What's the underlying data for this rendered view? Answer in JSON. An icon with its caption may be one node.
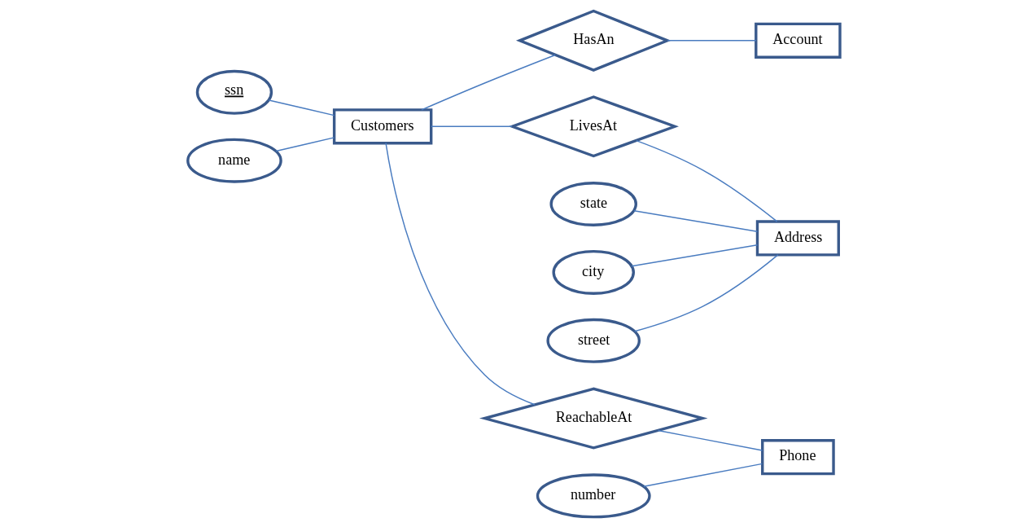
{
  "diagram": {
    "nodes": [
      {
        "text": [
          "ssn"
        ]
      },
      {
        "text": [
          "name"
        ]
      },
      {
        "text": [
          "Customers"
        ]
      },
      {
        "text": [
          "HasAn"
        ]
      },
      {
        "text": [
          "Account"
        ]
      },
      {
        "text": [
          "state"
        ]
      },
      {
        "text": [
          "city"
        ]
      },
      {
        "text": [
          "street"
        ]
      },
      {
        "text": [
          "LivesAt"
        ]
      },
      {
        "text": [
          "Address"
        ]
      },
      {
        "text": [
          "number"
        ]
      },
      {
        "text": [
          "ReachableAt"
        ]
      },
      {
        "text": [
          "Phone"
        ]
      }
    ],
    "edges": [
      {
        "from": 0,
        "to": 2,
        "arrow": "none"
      },
      {
        "from": 1,
        "to": 2,
        "arrow": "none"
      },
      {
        "from": 2,
        "to": 3,
        "arrow": "none"
      },
      {
        "from": 3,
        "to": 4,
        "arrow": "none"
      },
      {
        "from": 5,
        "to": 9,
        "arrow": "none"
      },
      {
        "from": 6,
        "to": 9,
        "arrow": "none"
      },
      {
        "from": 7,
        "to": 9,
        "arrow": "none"
      },
      {
        "from": 2,
        "to": 8,
        "arrow": "none"
      },
      {
        "from": 8,
        "to": 9,
        "arrow": "none"
      },
      {
        "from": 10,
        "to": 12,
        "arrow": "none"
      },
      {
        "from": 2,
        "to": 11,
        "arrow": "none"
      },
      {
        "from": 11,
        "to": 12,
        "arrow": "none"
      }
    ]
  }
}
